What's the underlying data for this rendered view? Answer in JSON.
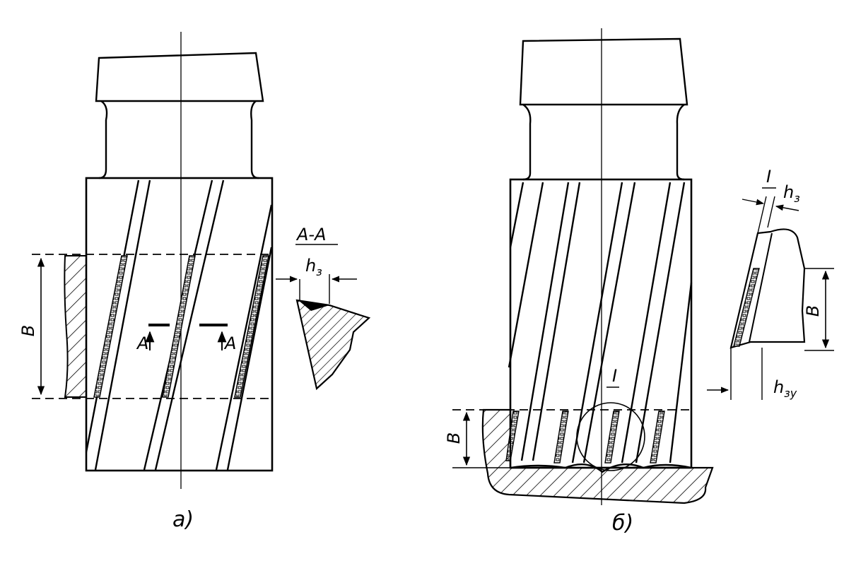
{
  "figure_a": {
    "caption": "а)",
    "section_title": "А-А",
    "section_marker_left": "А",
    "section_marker_right": "А",
    "width_label": "В",
    "wear_label_base": "h",
    "wear_label_sub": "з"
  },
  "figure_b": {
    "caption": "б)",
    "detail_marker": "I",
    "detail_title": "I",
    "width_label_main": "В",
    "width_label_detail": "В",
    "wear_label_base": "h",
    "wear_label_sub": "з",
    "wear_label_y_base": "h",
    "wear_label_y_sub": "зу"
  }
}
